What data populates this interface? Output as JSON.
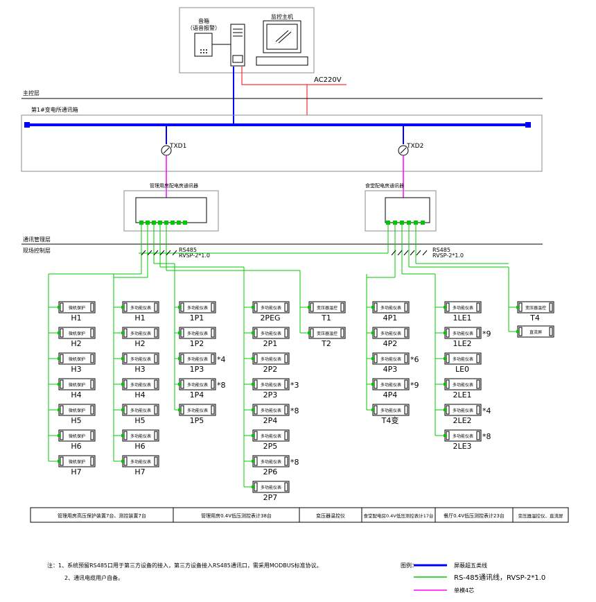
{
  "title_row": {
    "speaker_line1": "音箱",
    "speaker_line2": "（语音报警）",
    "monitor_host": "监控主机",
    "ac": "AC220V"
  },
  "layers": {
    "main": "主控层",
    "comm_cabinet": "第1#变电所通讯箱",
    "comm_mgmt": "通讯管理层",
    "field": "现场控制层"
  },
  "comm": {
    "txd1": "TXD1",
    "txd2": "TXD2",
    "comm1_title": "管理用房配电房通讯器",
    "comm2_title": "食堂配电房通讯器",
    "bus_label1": "RS485",
    "bus_label2": "RVSP-2*1.0"
  },
  "columns": [
    {
      "type": "微机保护",
      "names": [
        "H1",
        "H2",
        "H3",
        "H4",
        "H5",
        "H6",
        "H7"
      ],
      "counts": [
        "",
        "",
        "",
        "",
        "",
        "",
        ""
      ]
    },
    {
      "type": "多功能仪表",
      "names": [
        "H1",
        "H2",
        "H3",
        "H4",
        "H5",
        "H6",
        "H7"
      ],
      "counts": [
        "",
        "",
        "",
        "",
        "",
        "",
        ""
      ]
    },
    {
      "type": "多功能仪表",
      "names": [
        "1P1",
        "1P2",
        "1P3",
        "1P4",
        "1P5"
      ],
      "counts": [
        "",
        "",
        "*4",
        "*8",
        ""
      ]
    },
    {
      "type": "多功能仪表",
      "names": [
        "2PEG",
        "2P1",
        "2P2",
        "2P3",
        "2P4",
        "2P5",
        "2P6",
        "2P7"
      ],
      "counts": [
        "",
        "",
        "",
        "*3",
        "*8",
        "",
        "*8",
        ""
      ]
    },
    {
      "type": "变压器温控",
      "names": [
        "T1",
        "T2"
      ],
      "counts": [
        "",
        ""
      ]
    },
    {
      "type": "多功能仪表",
      "names": [
        "4P1",
        "4P2",
        "4P3",
        "4P4",
        "T4变"
      ],
      "counts": [
        "",
        "",
        "*6",
        "*9",
        ""
      ]
    },
    {
      "type": "多功能仪表",
      "names": [
        "1LE1",
        "1LE2",
        "LE0",
        "2LE1",
        "2LE2",
        "2LE3"
      ],
      "counts": [
        "",
        "*9",
        "",
        "",
        "*4",
        "*8"
      ]
    },
    {
      "type": "变压器温控",
      "names": [
        "T4"
      ],
      "counts": [
        ""
      ]
    },
    {
      "type": "直流屏",
      "names": [],
      "counts": []
    }
  ],
  "summary": [
    "管理用房高压保护装置7台、测控装置7台",
    "管理用房0.4V低压测控表计38台",
    "变压器温控仪",
    "食堂配电房0.4V低压测控表计17台",
    "餐厅0.4V低压测控表计23台",
    "变压器温控仪、直流屏"
  ],
  "notes": {
    "line1": "注：1、系统预留RS485口用于第三方设备的接入，第三方设备接入RS485通讯口，需采用MODBUS标准协议。",
    "line2": "2、通讯电缆用户自备。"
  },
  "legend": {
    "title": "图例：",
    "item1": "屏蔽超五类线",
    "item2": "RS-485通讯线，RVSP-2*1.0",
    "item3": "单模4芯",
    "color_bus": "#0000ff",
    "color_rs485": "#00c800",
    "color_fiber": "#ff00ff",
    "color_power": "#ff0000"
  }
}
